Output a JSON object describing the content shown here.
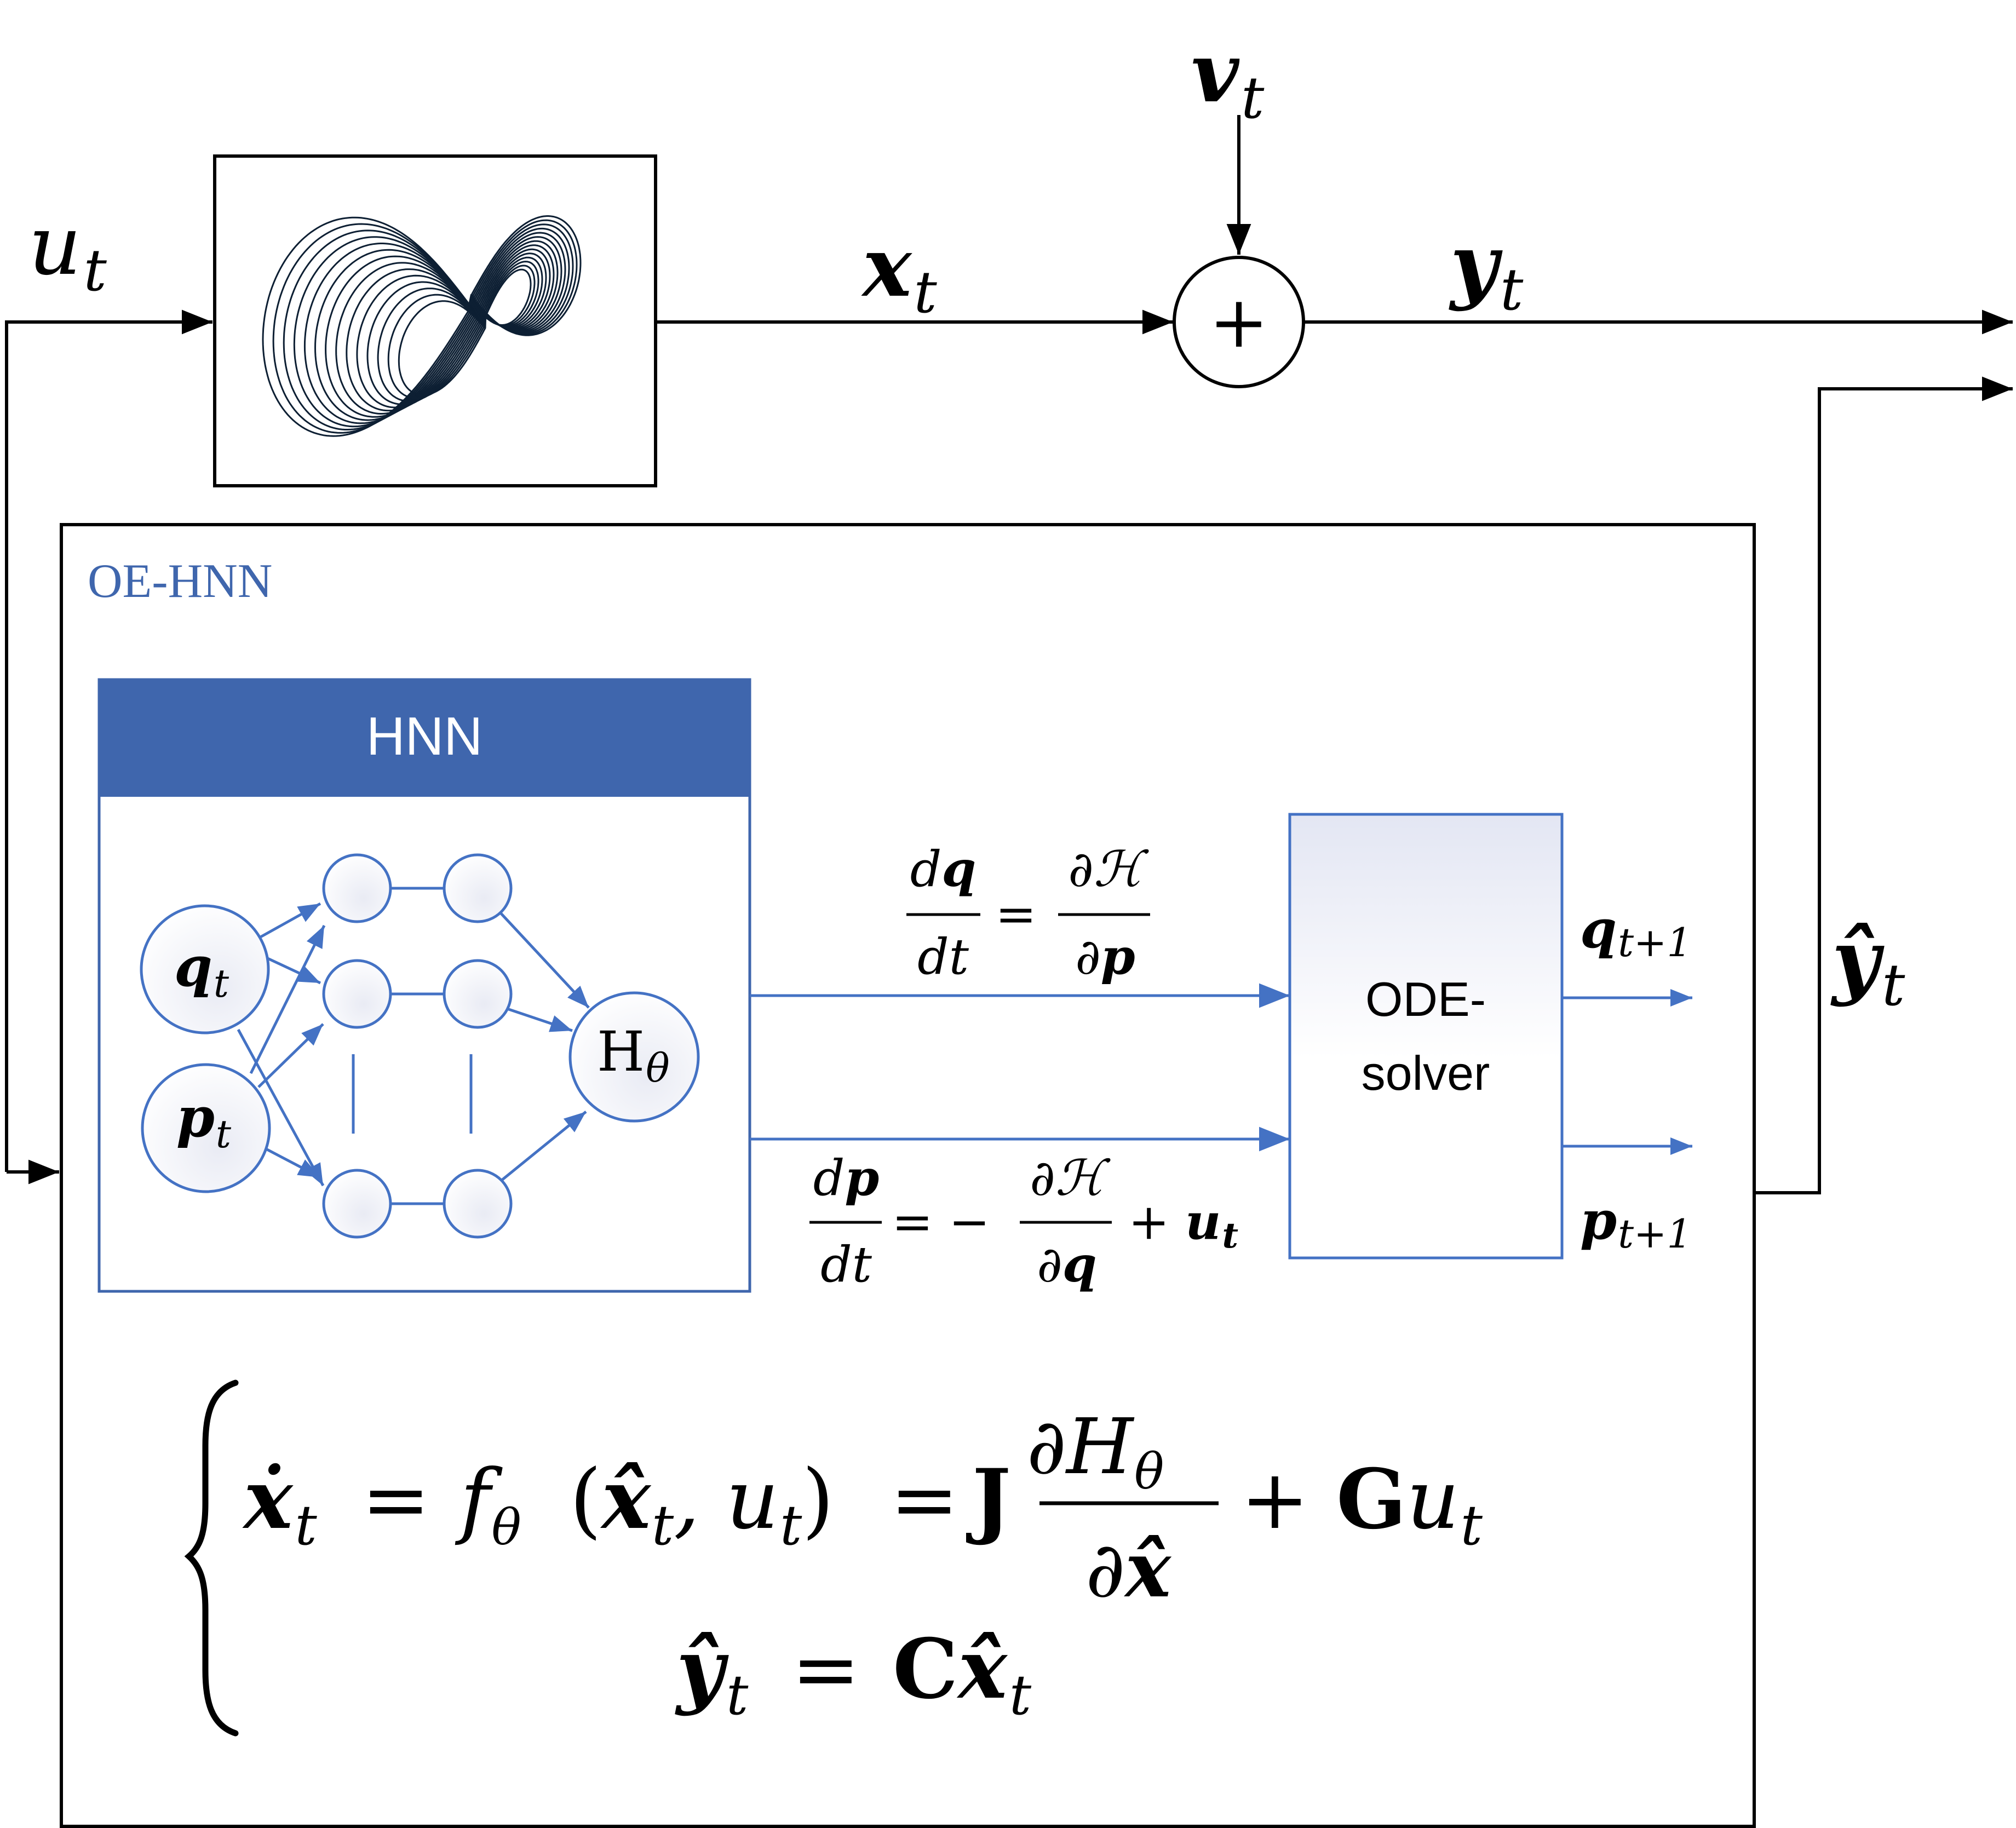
{
  "signals": {
    "u": {
      "base": "u",
      "sub": "t"
    },
    "x": {
      "base": "x",
      "sub": "t"
    },
    "v": {
      "base": "v",
      "sub": "t"
    },
    "y": {
      "base": "y",
      "sub": "t"
    },
    "yhat": {
      "base": "ŷ",
      "sub": "t"
    }
  },
  "sum_junction": {
    "symbol": "+"
  },
  "system_icon": "lorenz-attractor-icon",
  "oe_hnn": {
    "title": "OE-HNN"
  },
  "hnn": {
    "header": "HNN",
    "inputs": [
      {
        "base": "q",
        "sub": "t"
      },
      {
        "base": "p",
        "sub": "t"
      }
    ],
    "output": {
      "base": "H",
      "sub": "θ"
    }
  },
  "equations": {
    "dq": {
      "num_l": "dq",
      "den_l": "dt",
      "eq": "=",
      "num_r": "∂ℋ",
      "den_r": "∂p"
    },
    "dp": {
      "num_l": "dp",
      "den_l": "dt",
      "eq": "= −",
      "num_r": "∂ℋ",
      "den_r": "∂q",
      "tail": "+ u",
      "tail_sub": "t"
    }
  },
  "ode_solver": {
    "line1": "ODE-",
    "line2": "solver"
  },
  "outputs": {
    "q_next": {
      "base": "q",
      "sub": "t+1"
    },
    "p_next": {
      "base": "p",
      "sub": "t+1"
    }
  },
  "system_eq": {
    "line1": {
      "lhs": "ẋ",
      "lhs_sub": "t",
      "eq1": "=",
      "f": "f",
      "f_sub": "θ",
      "args": "(x̂",
      "args_sub": "t",
      "args_rest": ", u",
      "args_sub2": "t",
      "close": ")",
      "eq2": "=",
      "J": "J",
      "num": "∂H",
      "num_sub": "θ",
      "den": "∂x̂",
      "plus": "+",
      "G": "G",
      "Gu": "u",
      "Gu_sub": "t"
    },
    "line2": {
      "lhs": "ŷ",
      "lhs_sub": "t",
      "eq": "=",
      "C": "C",
      "x": "x̂",
      "x_sub": "t"
    }
  },
  "colors": {
    "accent": "#4472C4",
    "hnn_header": "#3F66AD",
    "line": "#000000"
  }
}
